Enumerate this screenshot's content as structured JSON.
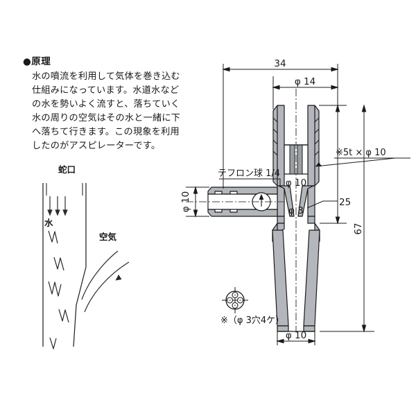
{
  "document": {
    "type": "technical-drawing",
    "subject": "aspirator",
    "background_color": "#ffffff",
    "line_color": "#1a1a1a",
    "section_fill_color": "#b3b7bb",
    "hatch_fill_color": "#9aa0a4"
  },
  "principle": {
    "bullet": "●",
    "heading": "原理",
    "body_lines": [
      "水の噴流を利用して気体を巻き込む",
      "仕組みになっています。水道水など",
      "の水を勢いよく流すと、落ちていく",
      "水の周りの空気はその水と一緒に下",
      "へ落ちて行きます。この現象を利用",
      "したのがアスピレーターです。"
    ]
  },
  "principle_diagram": {
    "faucet_label": "蛇口",
    "water_label": "水",
    "air_label": "空気"
  },
  "drawing": {
    "dimensions": {
      "overall_width": "34",
      "body_diameter": "φ 14",
      "inner_bore": "φ 10",
      "nozzle_orifice": "φ 3",
      "inlet_diameter": "φ 10",
      "outlet_diameter": "φ 10",
      "upper_height": "25",
      "overall_height": "67"
    },
    "annotations": {
      "teflon_ball": "テフロン球 1/4",
      "insert_note": "※5t × φ 10",
      "hole_note": "※（φ 3穴4ケ）"
    }
  }
}
